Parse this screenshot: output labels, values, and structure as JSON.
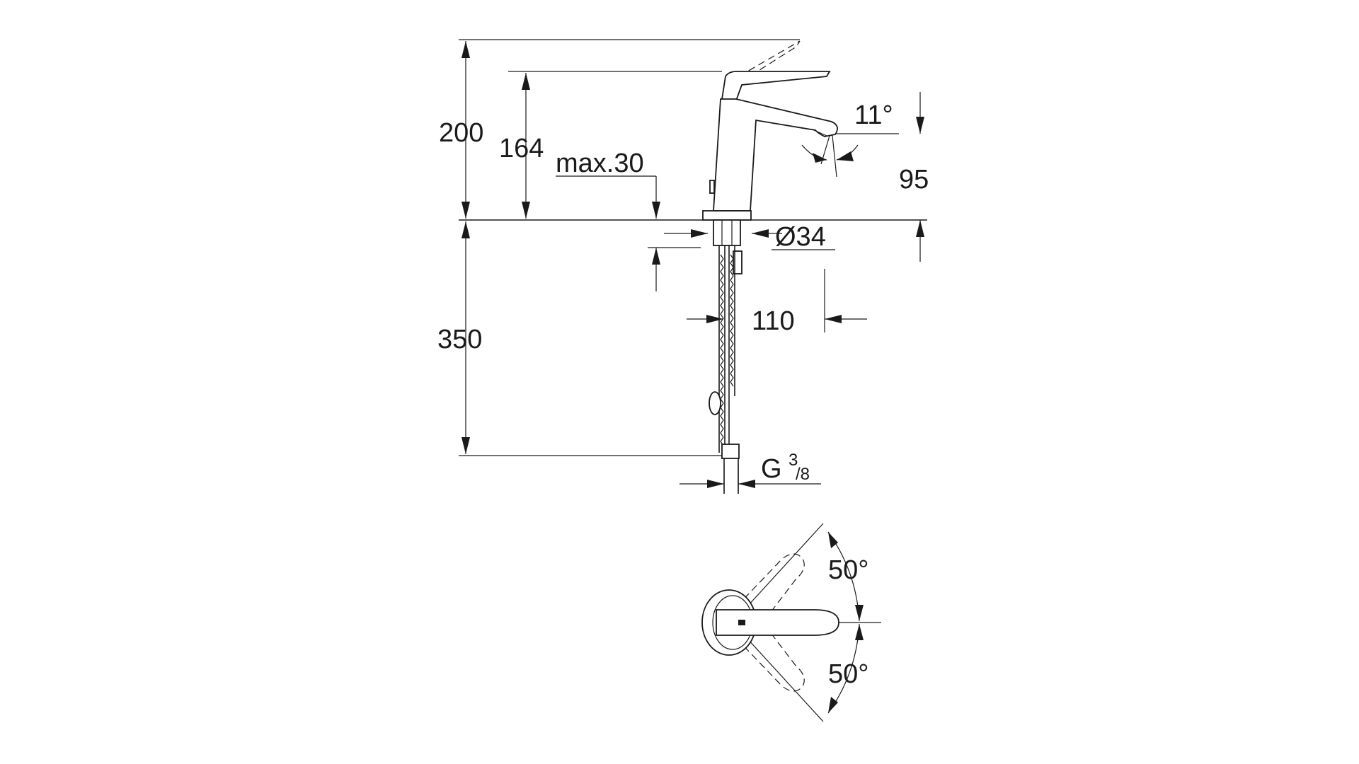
{
  "dimensions": {
    "total_height": "200",
    "spout_height": "164",
    "max_deck": "max.30",
    "spout_angle": "11°",
    "spout_projection": "95",
    "hole_diameter": "Ø34",
    "hose_length": "350",
    "hose_offset": "110",
    "connection_thread_prefix": "G",
    "connection_thread_num": "3",
    "connection_thread_den": "/8",
    "rotation_upper": "50°",
    "rotation_lower": "50°"
  }
}
